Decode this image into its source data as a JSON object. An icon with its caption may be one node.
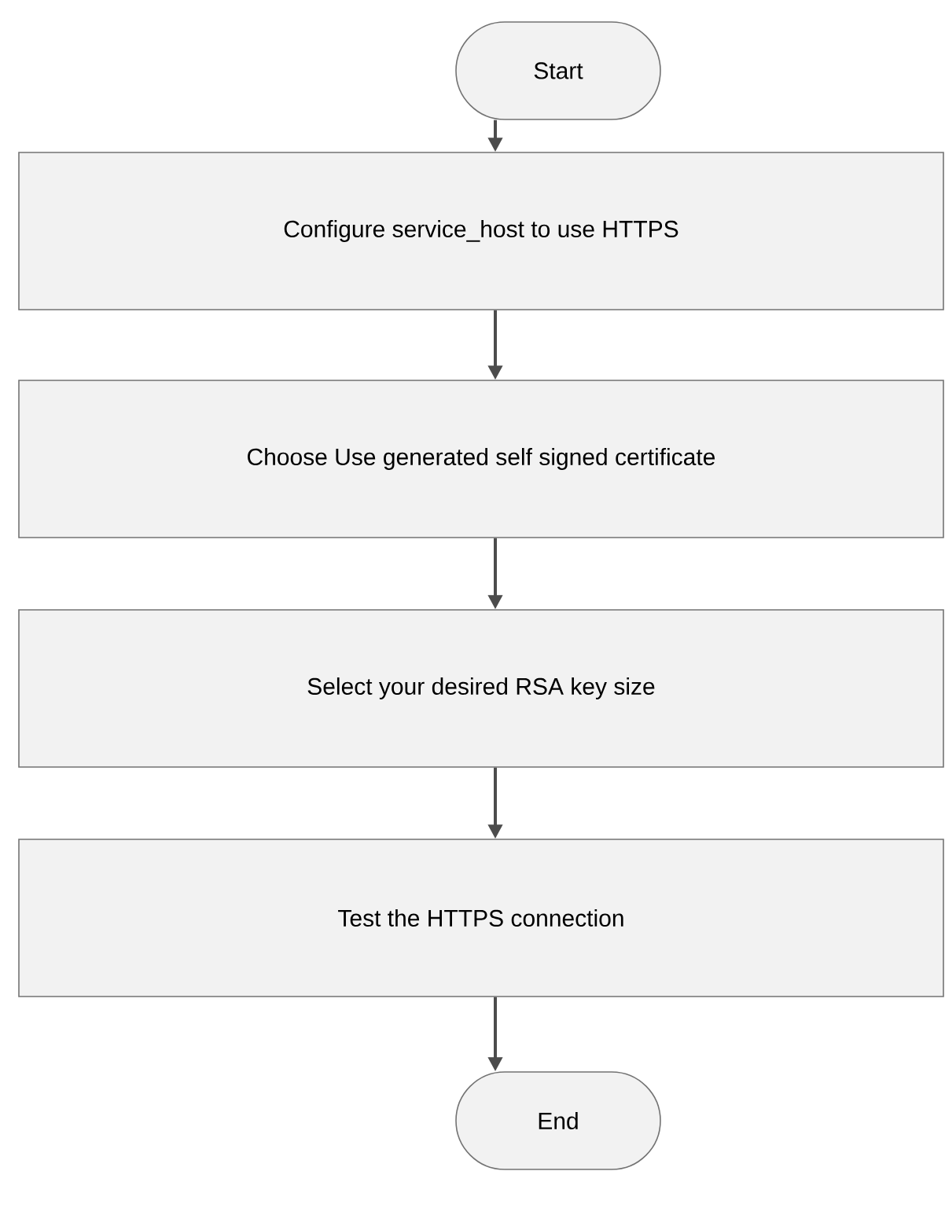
{
  "diagram": {
    "nodes": [
      {
        "text": [
          "Start"
        ]
      },
      {
        "text": [
          "Configure service_host to use HTTPS"
        ]
      },
      {
        "text": [
          "Choose Use generated self signed certificate"
        ]
      },
      {
        "text": [
          "Select your desired RSA key size"
        ]
      },
      {
        "text": [
          "Test the HTTPS connection"
        ]
      },
      {
        "text": [
          "End"
        ]
      }
    ],
    "edges": [
      {
        "from": 0,
        "to": 1,
        "arrow": "to"
      },
      {
        "from": 1,
        "to": 2,
        "arrow": "to"
      },
      {
        "from": 2,
        "to": 3,
        "arrow": "to"
      },
      {
        "from": 3,
        "to": 4,
        "arrow": "to"
      },
      {
        "from": 4,
        "to": 5,
        "arrow": "to"
      }
    ]
  }
}
